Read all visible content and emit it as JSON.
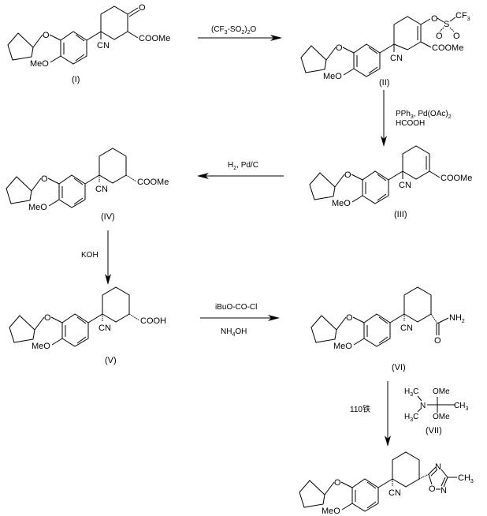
{
  "scheme": {
    "compounds": [
      {
        "id": "I",
        "label": "(I)",
        "groups": {
          "ether_o": "O",
          "methoxy": "MeO",
          "nitrile": "CN",
          "ketone_o": "O",
          "ester": "COOMe"
        }
      },
      {
        "id": "II",
        "label": "(II)",
        "groups": {
          "ether_o": "O",
          "methoxy": "MeO",
          "nitrile": "CN",
          "triflate_o": "O",
          "sulfur": "S",
          "cf3": "CF",
          "cf3_sub": "3",
          "so_o1": "O",
          "so_o2": "O",
          "ester": "COOMe"
        }
      },
      {
        "id": "III",
        "label": "(III)",
        "groups": {
          "ether_o": "O",
          "methoxy": "MeO",
          "nitrile": "CN",
          "ester": "COOMe"
        }
      },
      {
        "id": "IV",
        "label": "(IV)",
        "groups": {
          "ether_o": "O",
          "methoxy": "MeO",
          "nitrile": "CN",
          "ester": "COOMe"
        }
      },
      {
        "id": "V",
        "label": "(V)",
        "groups": {
          "ether_o": "O",
          "methoxy": "MeO",
          "nitrile": "CN",
          "acid": "COOH"
        }
      },
      {
        "id": "VI",
        "label": "(VI)",
        "groups": {
          "ether_o": "O",
          "methoxy": "MeO",
          "nitrile": "CN",
          "amide_n": "NH",
          "amide_n_sub": "2",
          "amide_o": "O"
        }
      },
      {
        "id": "VII",
        "label": "(VII)",
        "groups": {
          "h3c_top": "H",
          "h3c_top_sub": "3",
          "h3c_top_c": "C",
          "h3c_bot": "H",
          "h3c_bot_sub": "3",
          "h3c_bot_c": "C",
          "n": "N",
          "ome_top": "OMe",
          "ome_bot": "OMe",
          "ch3": "CH",
          "ch3_sub": "3"
        }
      },
      {
        "id": "final",
        "label": "",
        "groups": {
          "ether_o": "O",
          "methoxy": "MeO",
          "nitrile": "CN",
          "ring_n1": "N",
          "ring_o": "O",
          "ring_n2": "N",
          "ch3": "CH",
          "ch3_sub": "3"
        }
      }
    ],
    "steps": [
      {
        "from": "I",
        "to": "II",
        "reagent_parts": [
          "(CF",
          "3",
          "-SO",
          "2",
          ")",
          "2",
          "O"
        ]
      },
      {
        "from": "II",
        "to": "III",
        "reagent_line1_parts": [
          "PPh",
          "3",
          ", Pd(OAc)",
          "2"
        ],
        "reagent_line2": "HCOOH"
      },
      {
        "from": "III",
        "to": "IV",
        "reagent_parts": [
          "H",
          "2",
          ", Pd/C"
        ]
      },
      {
        "from": "IV",
        "to": "V",
        "reagent": "KOH"
      },
      {
        "from": "V",
        "to": "VI",
        "reagent_top": "iBuO-CO-Cl",
        "reagent_bottom_parts": [
          "NH",
          "4",
          "OH"
        ]
      },
      {
        "from": "VI",
        "to": "final",
        "condition": "110铁",
        "reagent_ref": "(VII)"
      }
    ]
  }
}
